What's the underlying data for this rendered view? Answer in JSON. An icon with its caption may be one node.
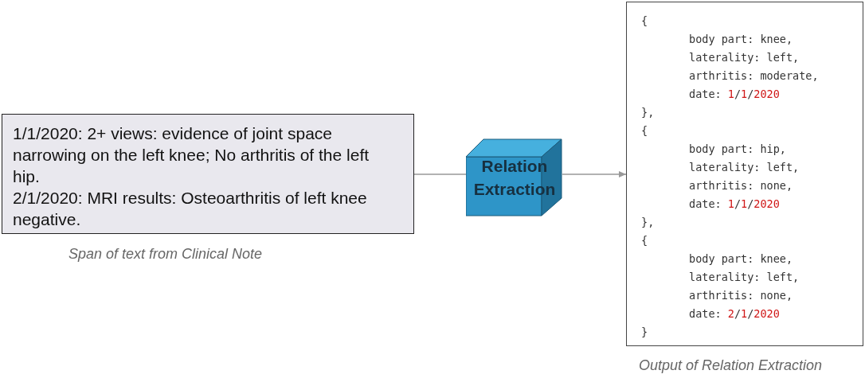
{
  "diagram": {
    "nodes": [
      {
        "text": [
          "1/1/2020: 2+ views: evidence of joint space narrowing on the left knee; No arthritis of the left hip.",
          "2/1/2020: MRI results: Osteoarthritis of left knee negative."
        ],
        "beside": [
          "Span of text from Clinical Note"
        ]
      },
      {
        "text": [
          "Relation Extraction"
        ]
      },
      {
        "text": [
          "{",
          "body part: knee,",
          "laterality: left,",
          "arthritis: moderate,",
          "date: 1/1/2020",
          "},",
          "{",
          "body part: hip,",
          "laterality: left,",
          "arthritis: none,",
          "date: 1/1/2020",
          "},",
          "{",
          "body part: knee,",
          "laterality: left,",
          "arthritis: none,",
          "date: 2/1/2020",
          "}"
        ],
        "beside": [
          "Output of Relation Extraction"
        ]
      }
    ],
    "edges": [
      {
        "from": 0,
        "to": 1,
        "arrow": "none"
      },
      {
        "from": 1,
        "to": 2,
        "arrow": "to"
      }
    ]
  }
}
